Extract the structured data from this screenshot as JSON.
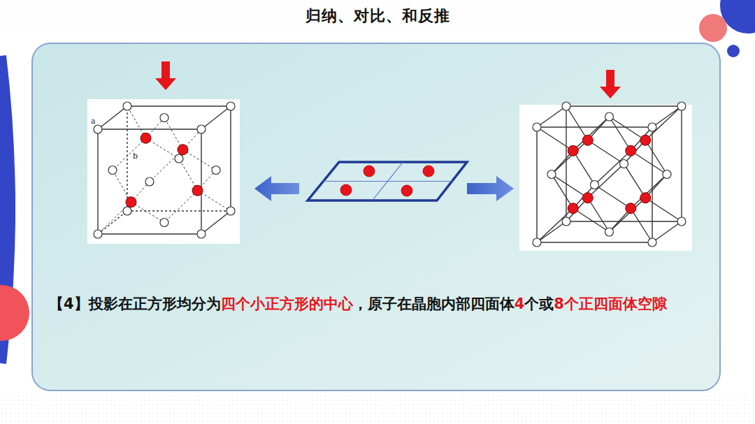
{
  "diagram": {
    "title": "归纳、对比、和反推",
    "labels": [
      "a",
      "b",
      "【4】投影在正方形均分为",
      "四个小正方形的中心",
      "，原子在晶胞内部四面体",
      "4",
      "个或",
      "8",
      "个正四面体空隙"
    ]
  }
}
